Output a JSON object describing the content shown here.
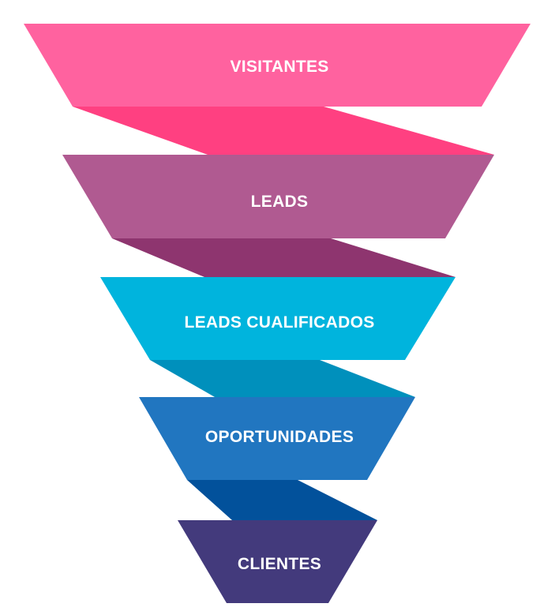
{
  "stages": [
    {
      "label": "VISITANTES",
      "color": "#FF629F",
      "fold_color": "#FF4081"
    },
    {
      "label": "LEADS",
      "color": "#B05A91",
      "fold_color": "#8E356F"
    },
    {
      "label": "LEADS CUALIFICADOS",
      "color": "#00B4DD",
      "fold_color": "#0090BC"
    },
    {
      "label": "OPORTUNIDADES",
      "color": "#2176C0",
      "fold_color": "#02519B"
    },
    {
      "label": "CLIENTES",
      "color": "#433A7C"
    }
  ]
}
